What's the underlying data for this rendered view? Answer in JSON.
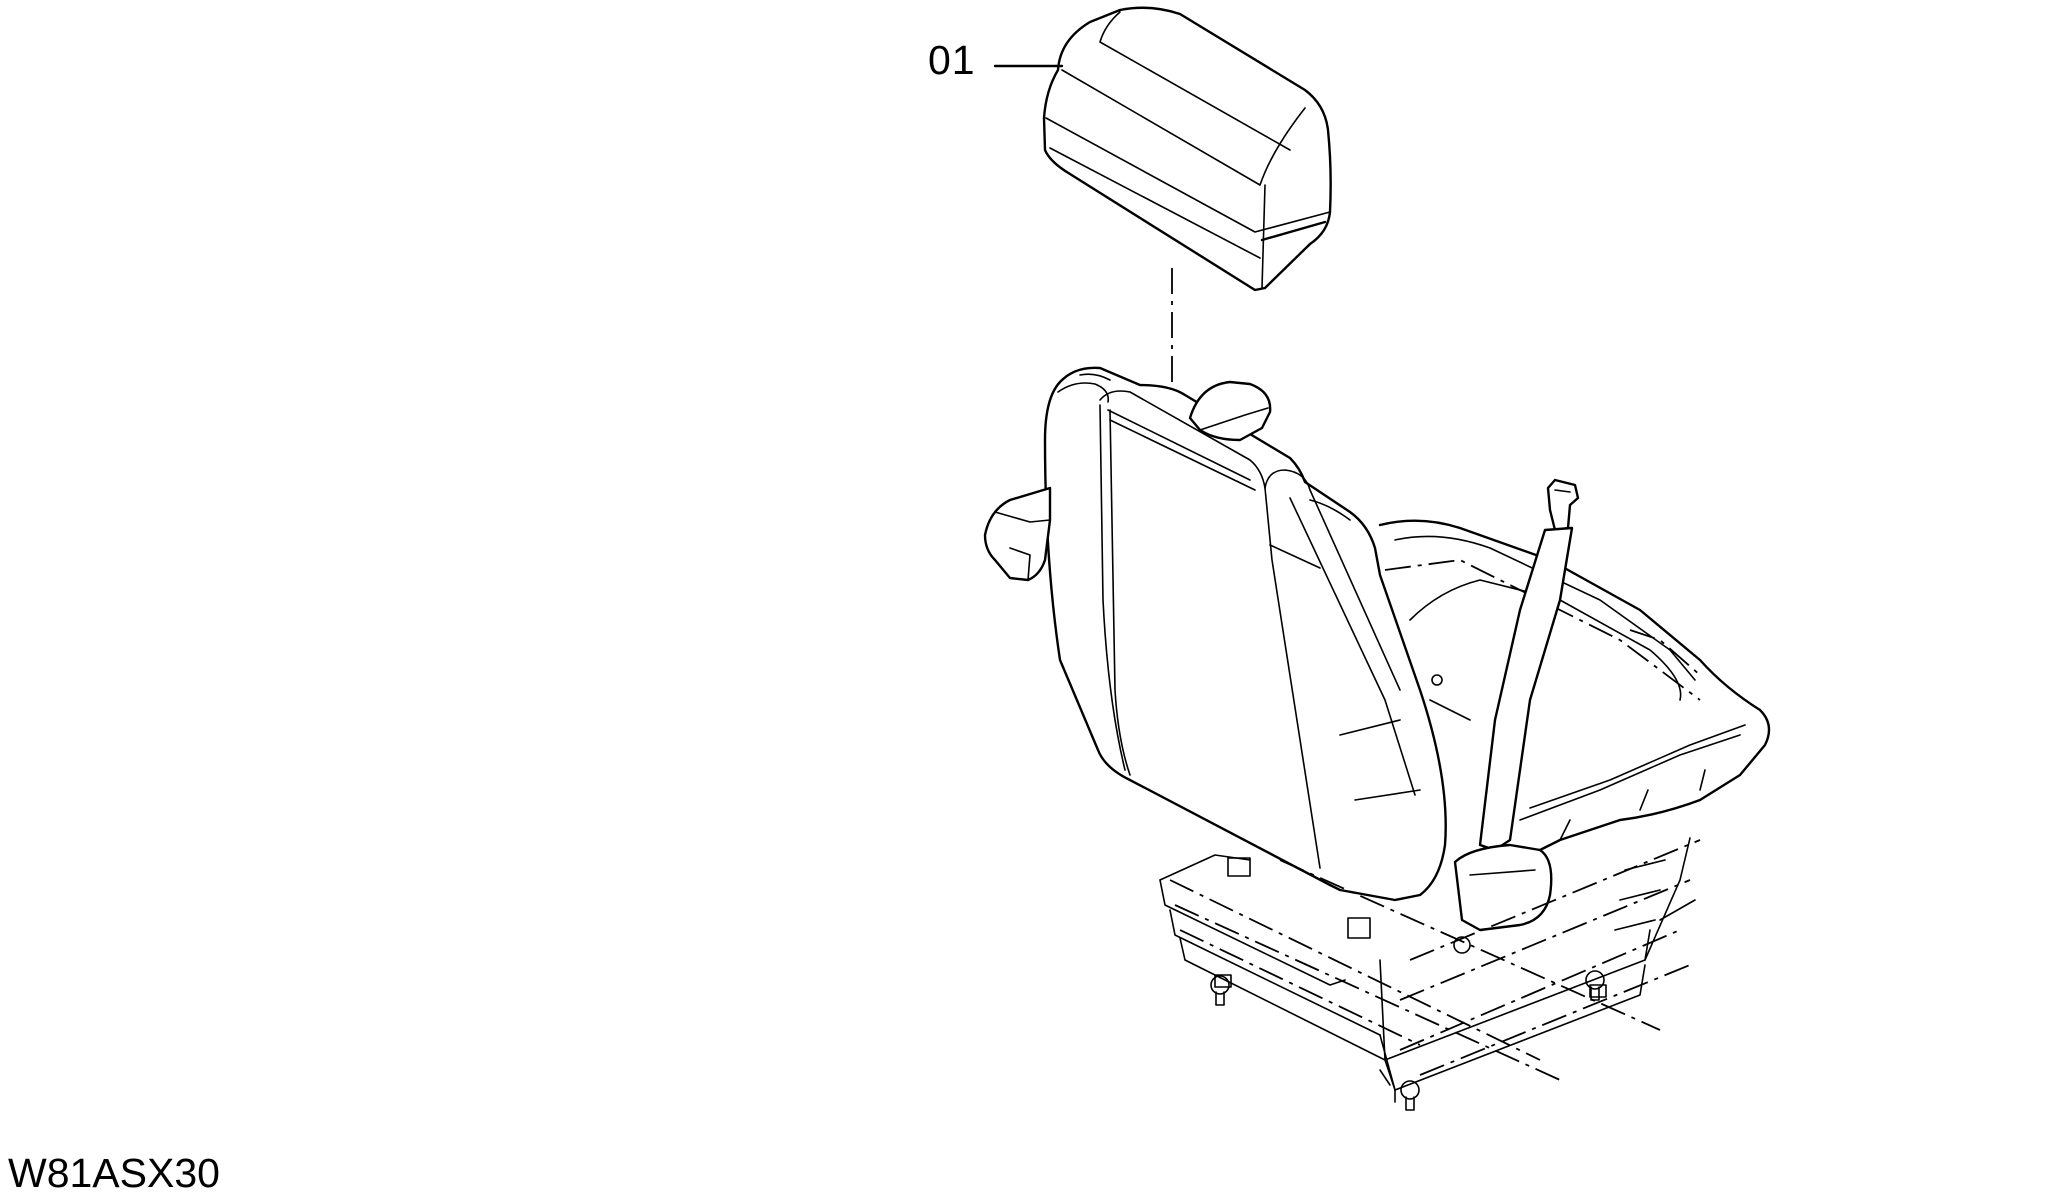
{
  "callouts": [
    {
      "label": "01",
      "part": "headrest"
    }
  ],
  "drawing_code": "W81ASX30",
  "colors": {
    "line": "#000000",
    "background": "#ffffff"
  }
}
